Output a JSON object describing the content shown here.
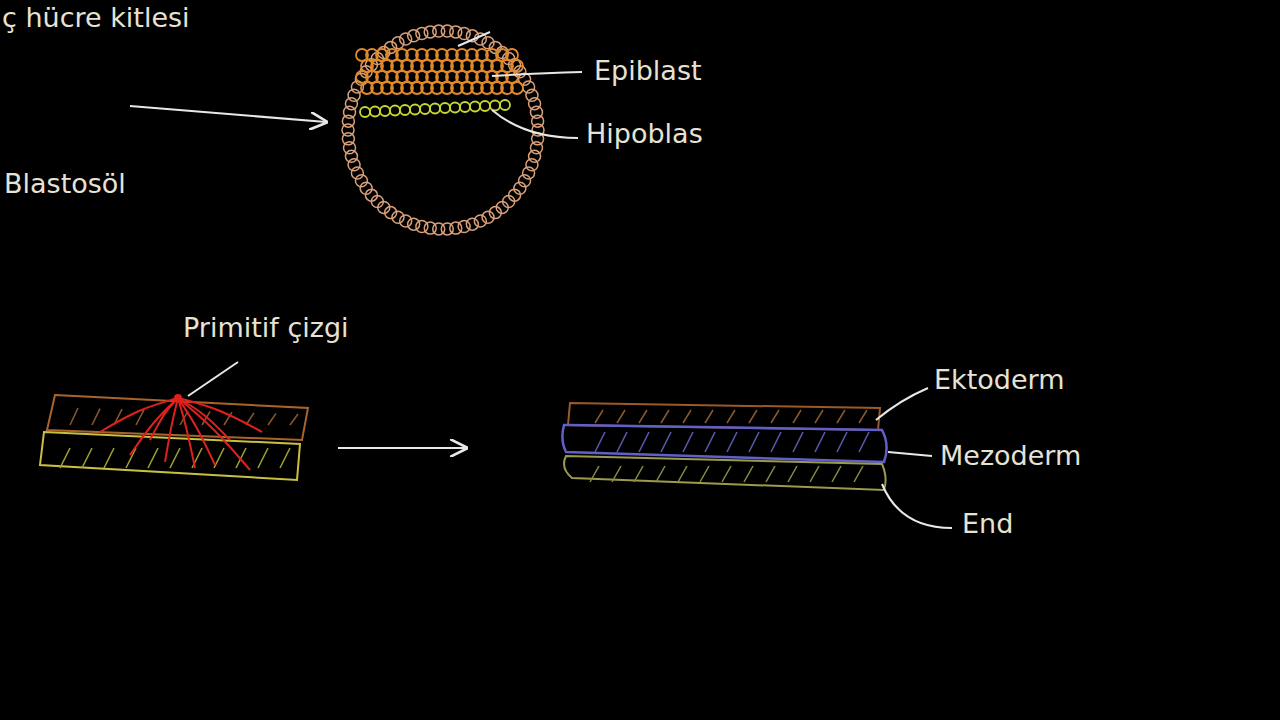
{
  "diagram": {
    "labels": [
      "ç hücre kitlesi",
      "Blastosöl",
      "Epiblast",
      "Hipoblas",
      "Primitif çizgi",
      "Ektoderm",
      "Mezoderm",
      "End"
    ]
  }
}
